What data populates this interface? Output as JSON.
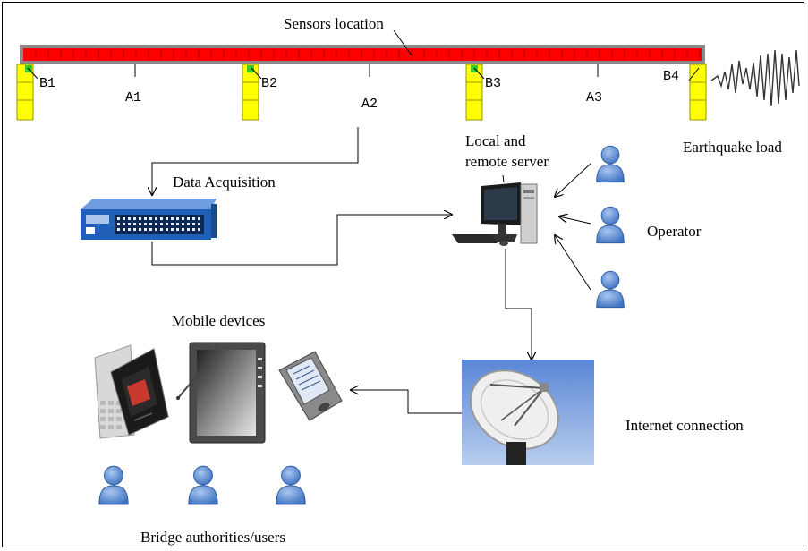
{
  "labels": {
    "sensors_location": "Sensors location",
    "data_acquisition": "Data Acquisition",
    "server_line1": "Local and",
    "server_line2": "remote server",
    "earthquake_load": "Earthquake load",
    "operator": "Operator",
    "mobile_devices": "Mobile devices",
    "internet_connection": "Internet connection",
    "bridge_users": "Bridge authorities/users"
  },
  "bearings": [
    "B1",
    "B2",
    "B3",
    "B4"
  ],
  "spans": [
    "A1",
    "A2",
    "A3"
  ],
  "colors": {
    "deck": "#ff0000",
    "deck_edge": "#8a8a8a",
    "pier": "#ffff00",
    "sensor": "#33cc33",
    "person": "#5b8fd4",
    "daq_body": "#1f5fb8",
    "sky": "#4a78c8"
  },
  "icons": [
    "person-icon",
    "computer-icon",
    "daq-device-icon",
    "satellite-dish-icon",
    "flip-phone-icon",
    "tablet-icon",
    "pda-icon",
    "seismic-wave-icon"
  ]
}
